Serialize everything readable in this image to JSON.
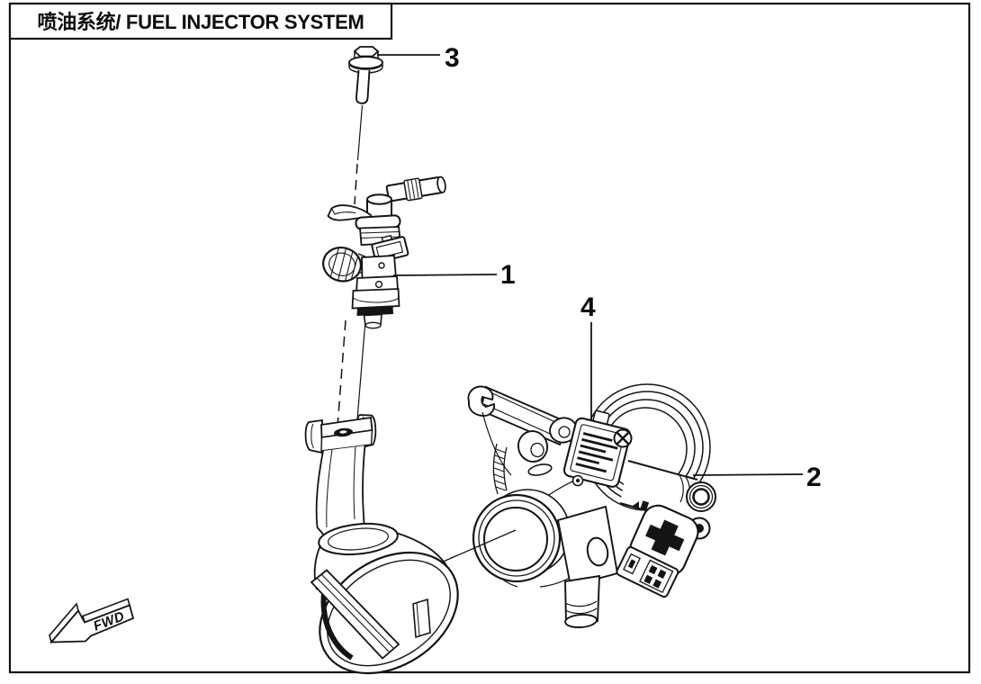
{
  "page": {
    "title": "喷油系统/ FUEL INJECTOR SYSTEM",
    "background_color": "#ffffff",
    "line_color": "#141414"
  },
  "callouts": [
    {
      "id": 1,
      "label": "1"
    },
    {
      "id": 2,
      "label": "2"
    },
    {
      "id": 3,
      "label": "3"
    },
    {
      "id": 4,
      "label": "4"
    }
  ],
  "direction_marker": {
    "label": "FWD"
  }
}
